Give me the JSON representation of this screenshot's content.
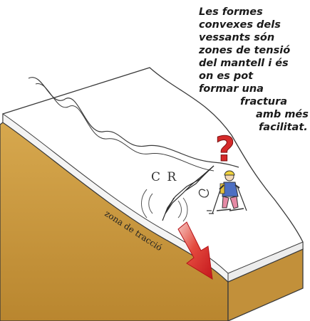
{
  "caption": {
    "lines": [
      "Les formes",
      "convexes dels",
      "vessants són",
      "zones de tensió",
      "del mantell i és",
      "on es pot",
      "formar una",
      "fractura",
      "amb més",
      "facilitat."
    ]
  },
  "labels": {
    "traction_zone": "zona de tracció",
    "cr": "C R",
    "question_mark": "?"
  },
  "colors": {
    "soil": "#c9983f",
    "soil_dark": "#a67a2c",
    "snow": "#ffffff",
    "arrow": "#e0252a",
    "question": "#d42a2a",
    "outline": "#3a3a3a"
  }
}
